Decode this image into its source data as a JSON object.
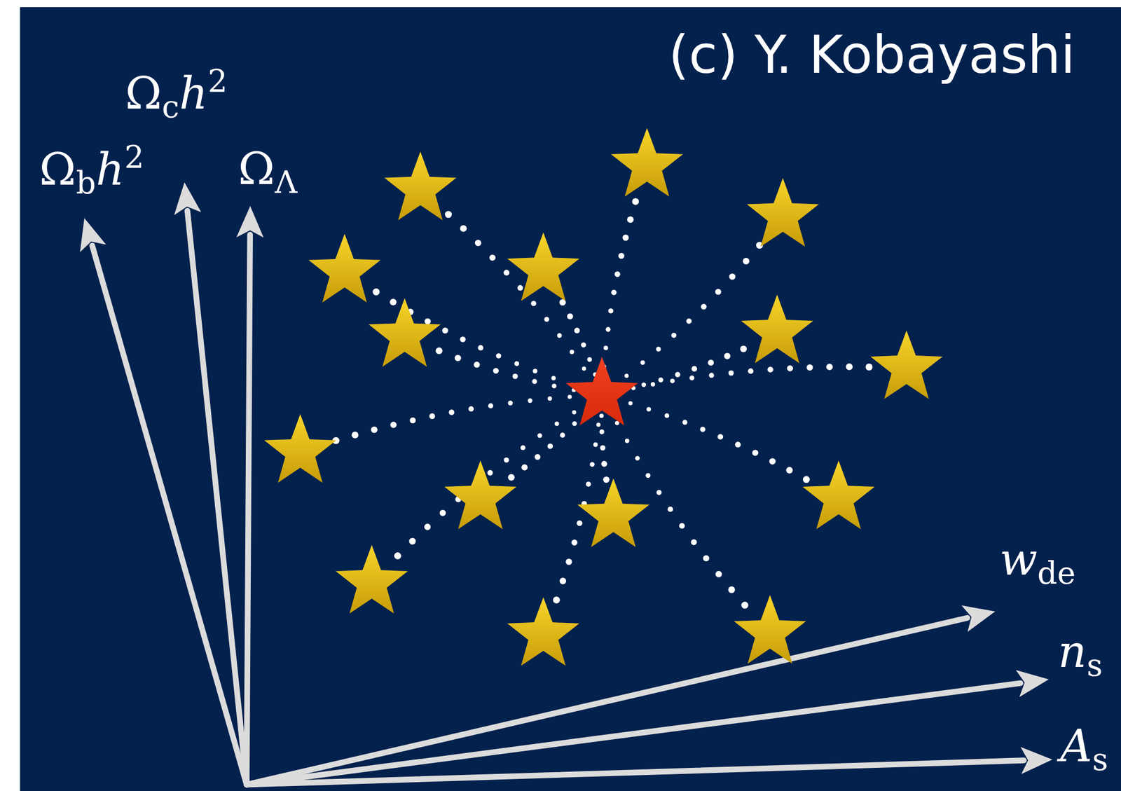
{
  "diagram": {
    "labels": [
      "(c) Y. Kobayashi",
      "Ωch2",
      "Ωbh2",
      "ΩΛ",
      "wde",
      "ns",
      "As"
    ]
  }
}
